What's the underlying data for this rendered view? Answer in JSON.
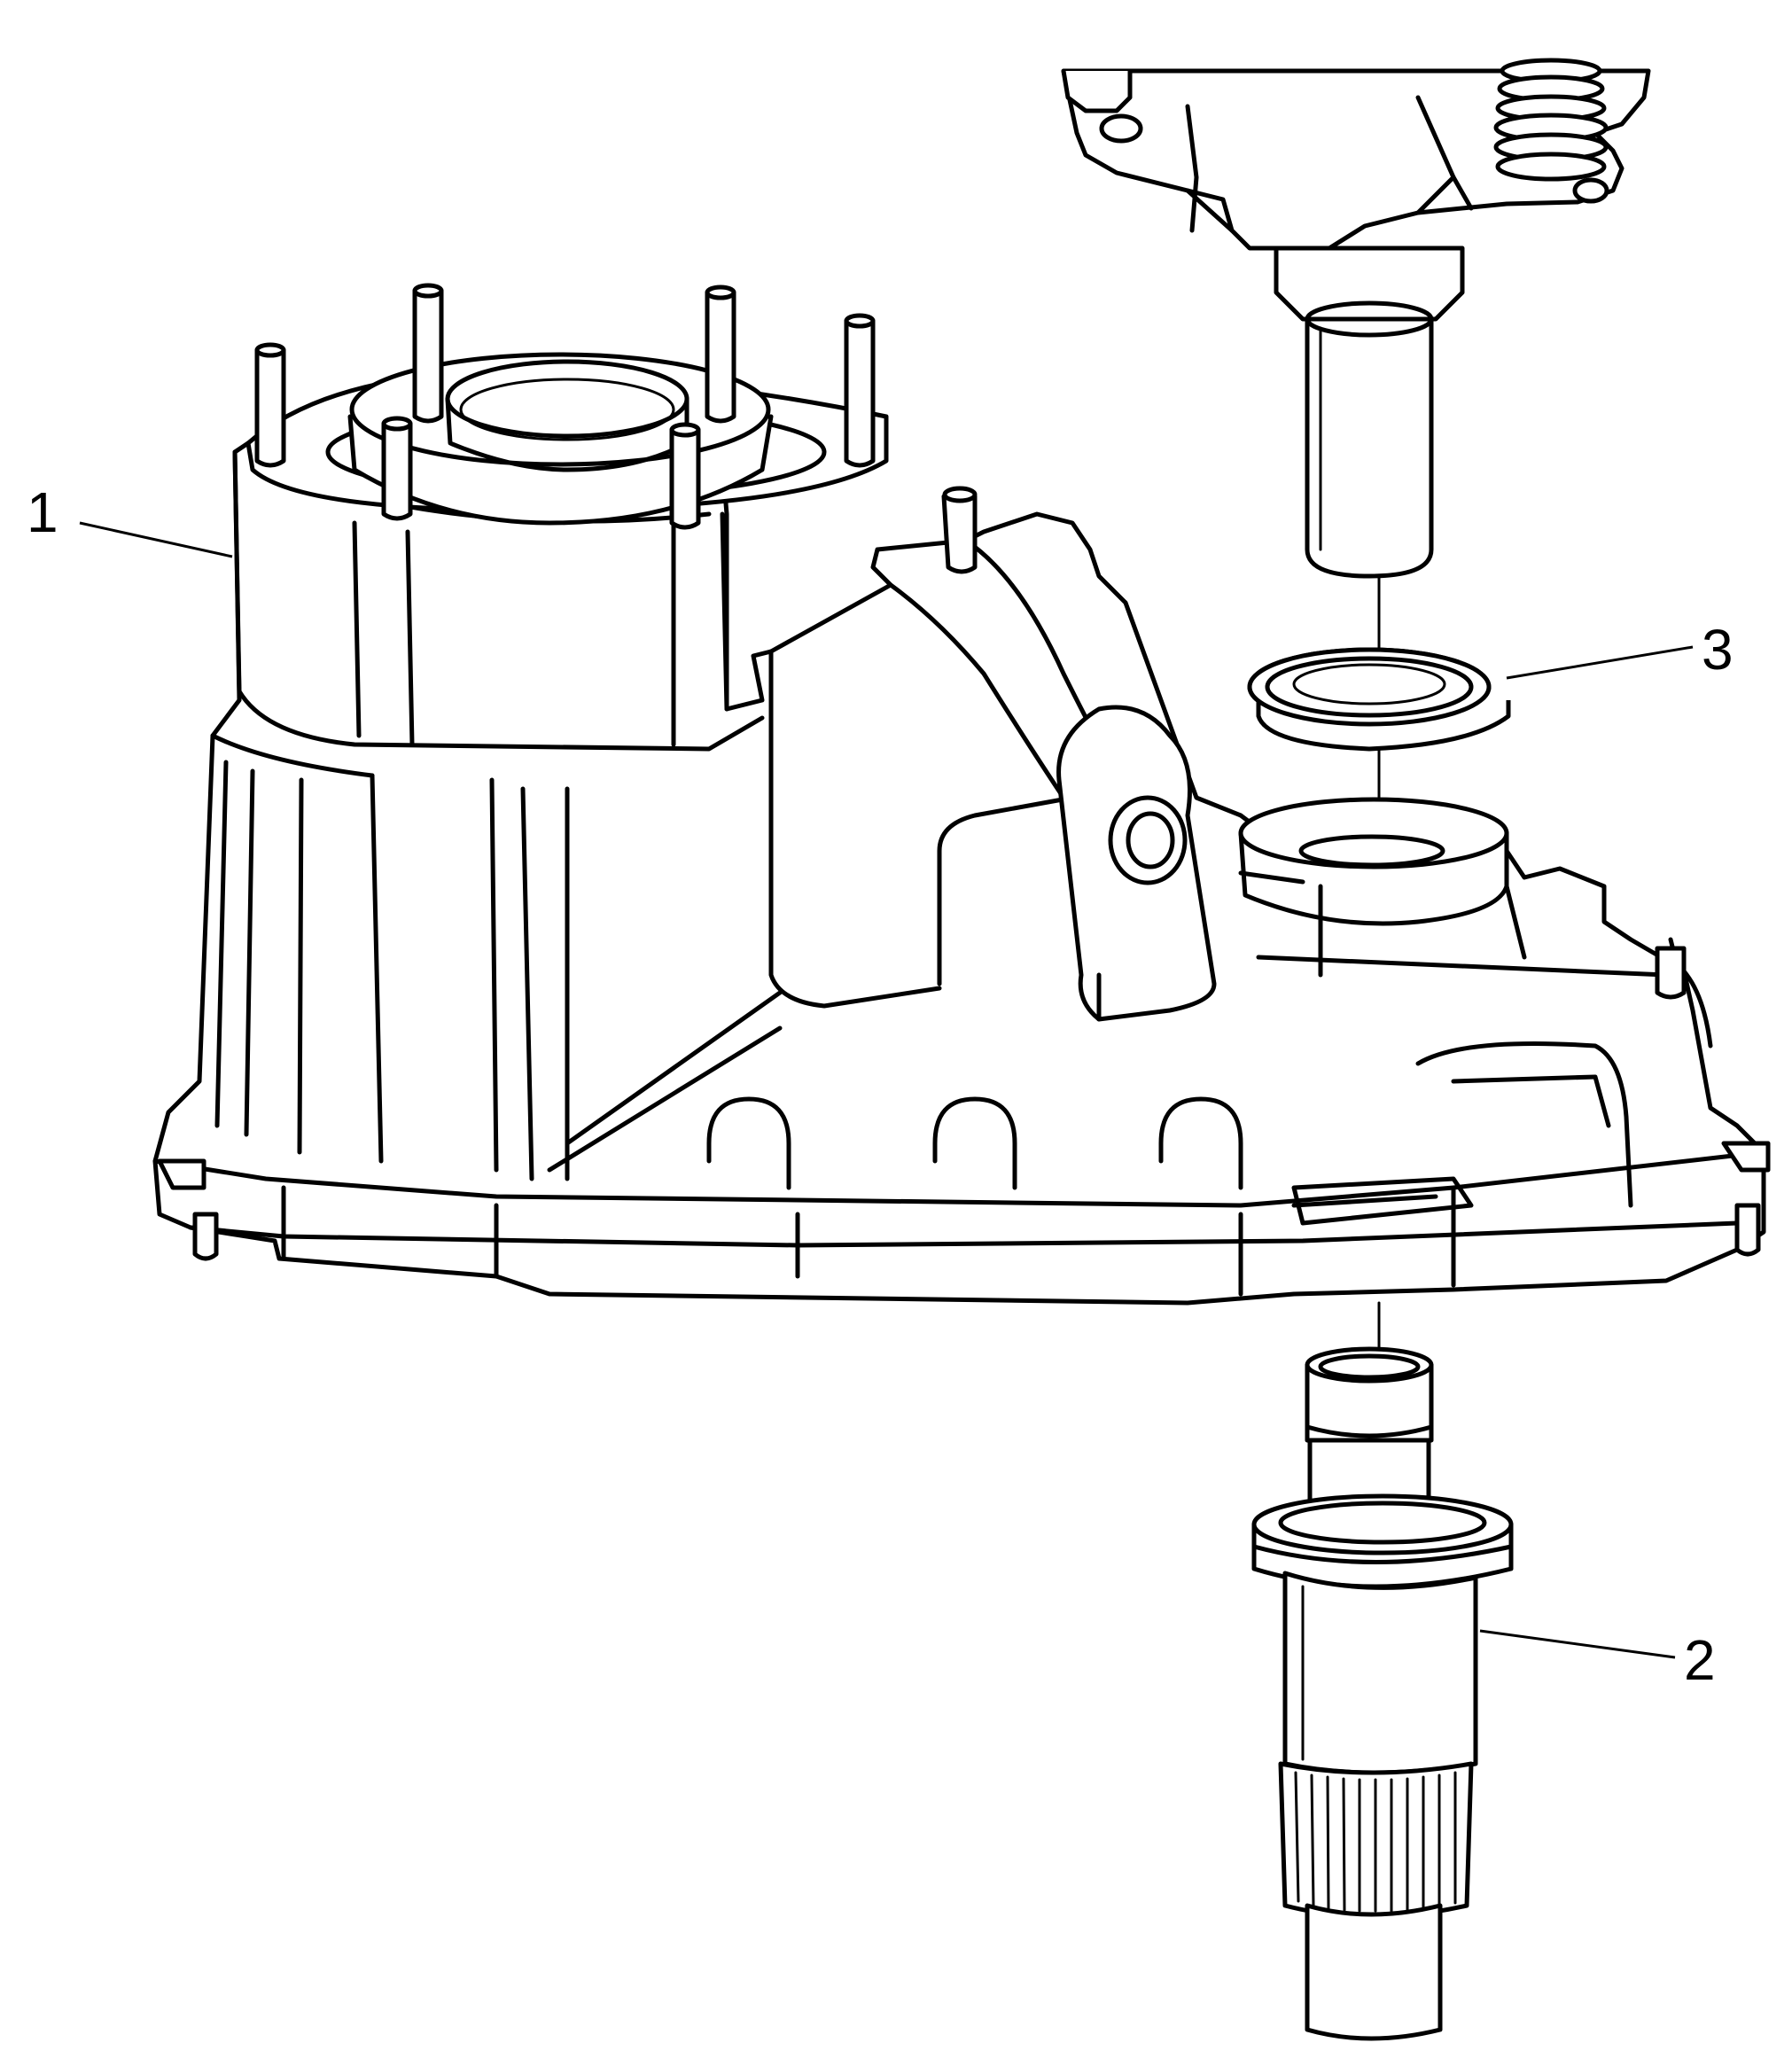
{
  "callouts": [
    {
      "id": "1",
      "label": "1",
      "part": "housing"
    },
    {
      "id": "2",
      "label": "2",
      "part": "shaft"
    },
    {
      "id": "3",
      "label": "3",
      "part": "seal"
    }
  ],
  "colors": {
    "line": "#000000",
    "background": "#ffffff"
  }
}
